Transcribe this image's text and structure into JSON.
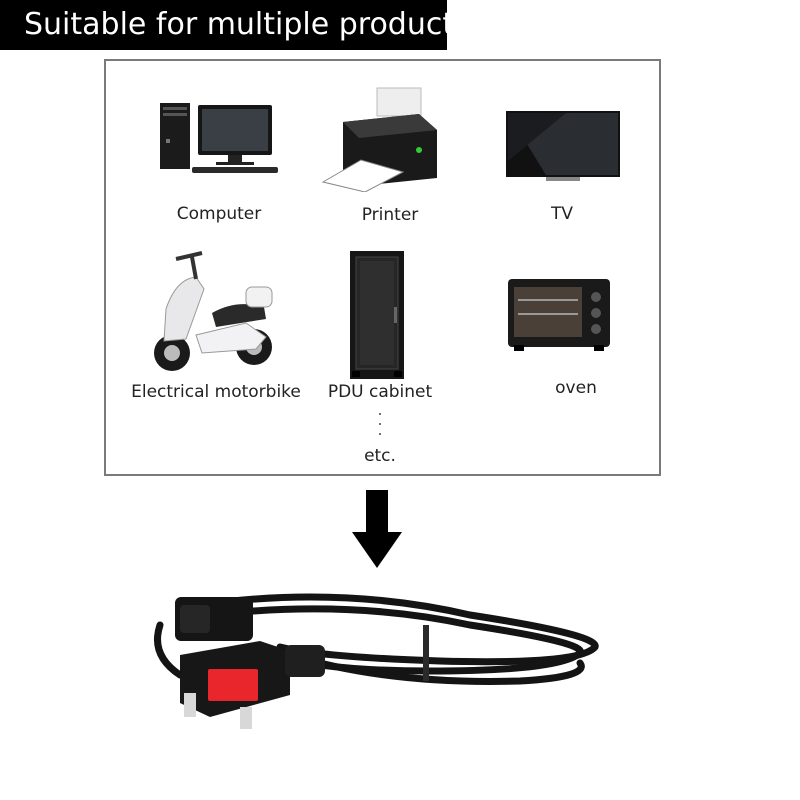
{
  "banner": {
    "title": "Suitable for multiple products"
  },
  "products": [
    {
      "label": "Computer",
      "icon": "computer-icon"
    },
    {
      "label": "Printer",
      "icon": "printer-icon"
    },
    {
      "label": "TV",
      "icon": "tv-icon"
    },
    {
      "label": "Electrical motorbike",
      "icon": "motorbike-icon"
    },
    {
      "label": "PDU cabinet",
      "icon": "pdu-cabinet-icon"
    },
    {
      "label": "oven",
      "icon": "oven-icon"
    }
  ],
  "footer_note": "etc.",
  "arrow": {
    "icon": "down-arrow-icon"
  },
  "cable": {
    "icon": "power-cable-icon",
    "switch_color": "#e8262b"
  }
}
